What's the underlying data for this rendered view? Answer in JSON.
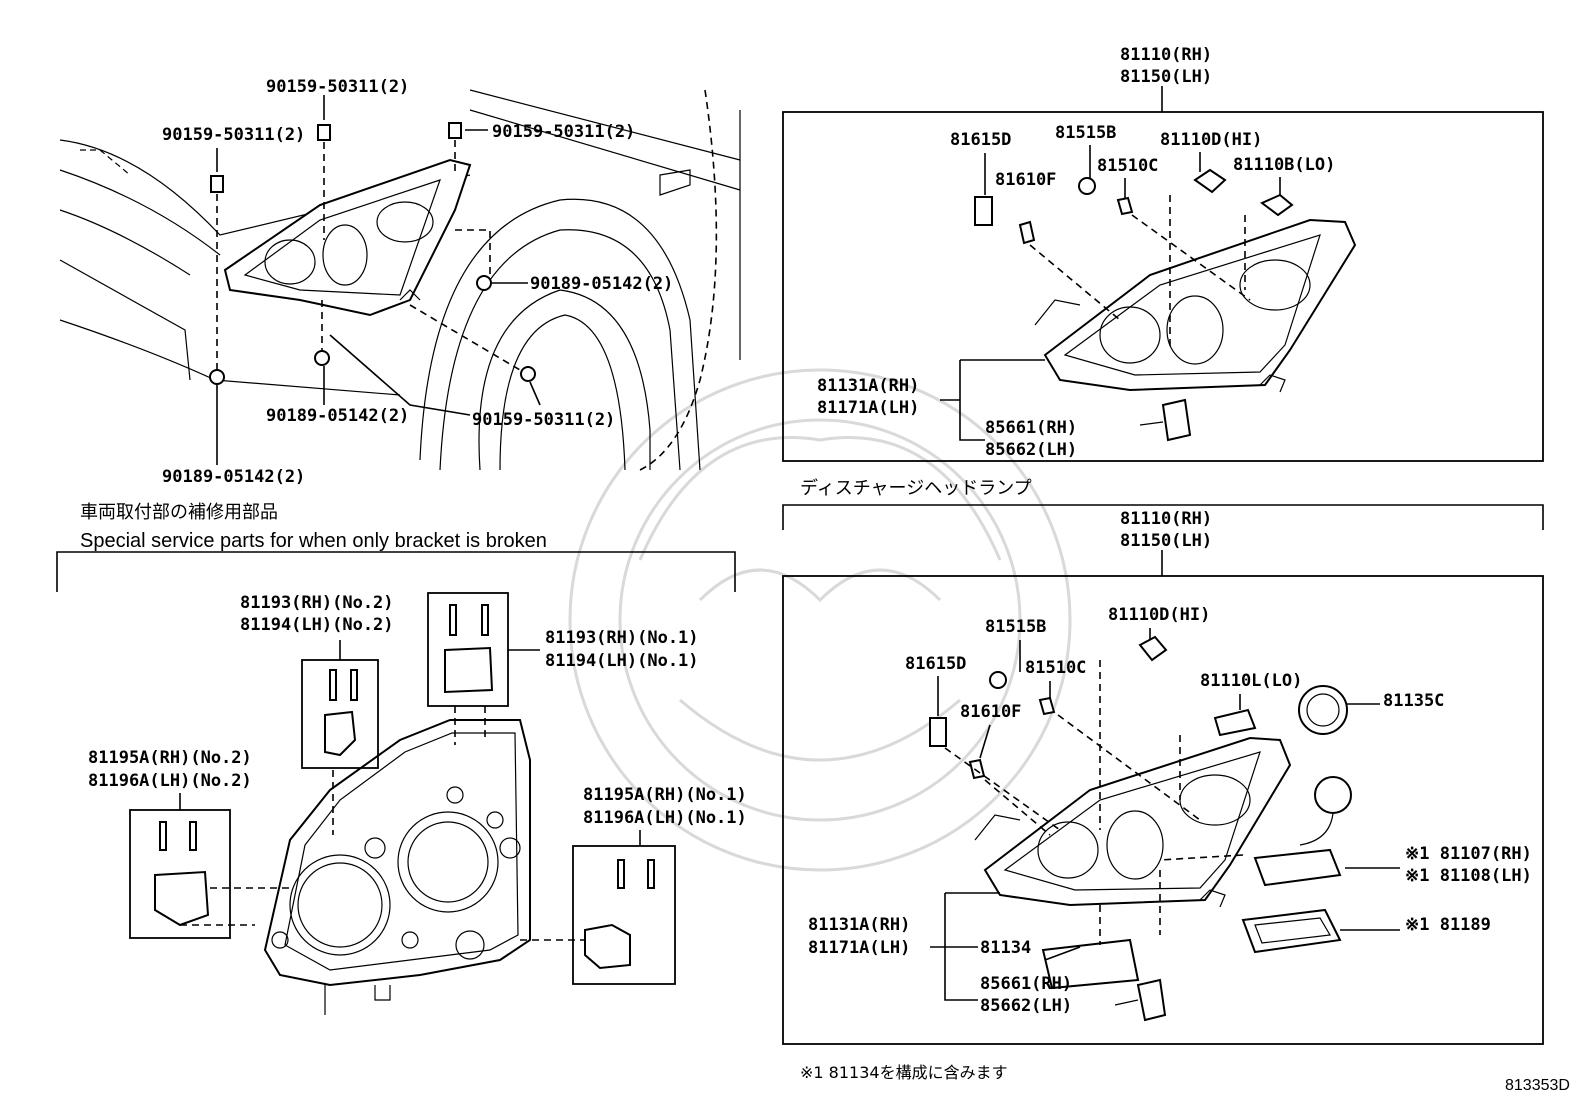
{
  "vehicle_mount": {
    "labels": {
      "bolt_top": "90159-50311(2)",
      "bolt_left": "90159-50311(2)",
      "bolt_right": "90159-50311(2)",
      "nut_right": "90189-05142(2)",
      "nut_center": "90189-05142(2)",
      "bolt_fender": "90159-50311(2)",
      "nut_bottom": "90189-05142(2)"
    }
  },
  "service_section": {
    "title_jp": "車両取付部の補修用部品",
    "title_en": "Special service parts for when only bracket is broken",
    "labels": {
      "no2_upper_rh": "81193(RH)(No.2)",
      "no2_upper_lh": "81194(LH)(No.2)",
      "no1_upper_rh": "81193(RH)(No.1)",
      "no1_upper_lh": "81194(LH)(No.1)",
      "no2_lower_rh": "81195A(RH)(No.2)",
      "no2_lower_lh": "81196A(LH)(No.2)",
      "no1_lower_rh": "81195A(RH)(No.1)",
      "no1_lower_lh": "81196A(LH)(No.1)"
    }
  },
  "halogen_assembly": {
    "title_rh": "81110(RH)",
    "title_lh": "81150(LH)",
    "labels": {
      "p81615d": "81615D",
      "p81515b": "81515B",
      "p81110d": "81110D(HI)",
      "p81610f": "81610F",
      "p81510c": "81510C",
      "p81110b": "81110B(LO)",
      "housing_rh": "81131A(RH)",
      "housing_lh": "81171A(LH)",
      "motor_rh": "85661(RH)",
      "motor_lh": "85662(LH)"
    }
  },
  "discharge_assembly": {
    "caption_jp": "ディスチャージヘッドランプ",
    "title_rh": "81110(RH)",
    "title_lh": "81150(LH)",
    "labels": {
      "p81515b": "81515B",
      "p81110d": "81110D(HI)",
      "p81615d": "81615D",
      "p81510c": "81510C",
      "p81110l": "81110L(LO)",
      "p81135c": "81135C",
      "p81610f": "81610F",
      "ballast_rh": "※1 81107(RH)",
      "ballast_lh": "※1 81108(LH)",
      "cover": "※1 81189",
      "housing_rh": "81131A(RH)",
      "housing_lh": "81171A(LH)",
      "gasket": "81134",
      "motor_rh": "85661(RH)",
      "motor_lh": "85662(LH)"
    }
  },
  "footnote": "※1  81134を構成に含みます",
  "diagram_code": "813353D"
}
